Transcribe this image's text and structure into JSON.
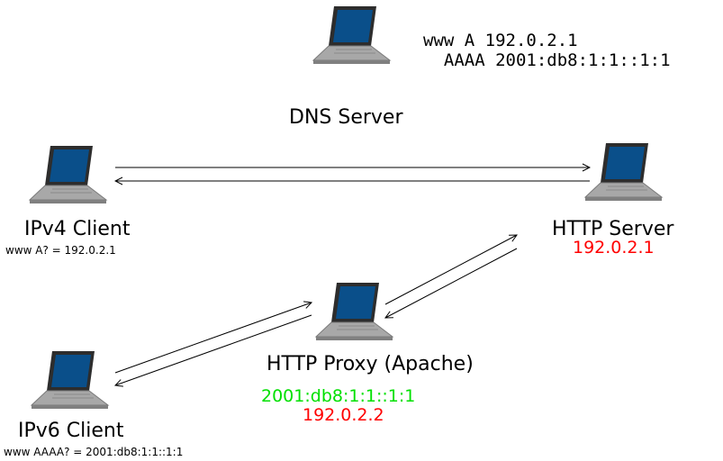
{
  "nodes": {
    "dns_server": {
      "label": "DNS Server"
    },
    "ipv4_client": {
      "label": "IPv4 Client",
      "query": "www A? = 192.0.2.1"
    },
    "http_server": {
      "label": "HTTP Server",
      "address": "192.0.2.1"
    },
    "http_proxy": {
      "label": "HTTP Proxy (Apache)",
      "address_v6": "2001:db8:1:1::1:1",
      "address_v4": "192.0.2.2"
    },
    "ipv6_client": {
      "label": "IPv6 Client",
      "query": "www AAAA? = 2001:db8:1:1::1:1"
    }
  },
  "dns_records": {
    "line1": "www A 192.0.2.1",
    "line2": "  AAAA 2001:db8:1:1::1:1"
  },
  "colors": {
    "ipv4_address": "#ff0000",
    "ipv6_address": "#00e000",
    "screen": "#0a4f8a",
    "laptop_body": "#9a9a9a"
  },
  "connections": [
    {
      "from": "ipv4_client",
      "to": "http_server",
      "bidirectional": true
    },
    {
      "from": "ipv6_client",
      "to": "http_proxy",
      "bidirectional": true
    },
    {
      "from": "http_proxy",
      "to": "http_server",
      "bidirectional": true
    }
  ]
}
